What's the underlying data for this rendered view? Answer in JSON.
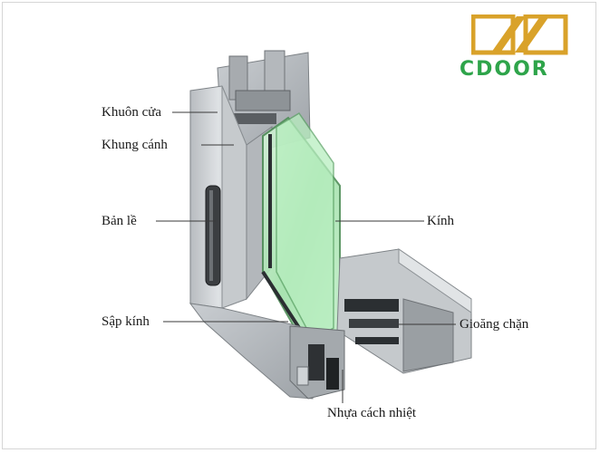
{
  "logo": {
    "text": "CDOOR",
    "colors": {
      "gold": "#d9a22a",
      "green": "#2ea44a"
    }
  },
  "labels": {
    "khuon_cua": "Khuôn cửa",
    "khung_canh": "Khung cánh",
    "ban_le": "Bản lề",
    "sap_kinh": "Sập kính",
    "kinh": "Kính",
    "gioang_chan": "Gioăng chặn",
    "nhua_cach_nhiet": "Nhựa cách nhiệt"
  }
}
